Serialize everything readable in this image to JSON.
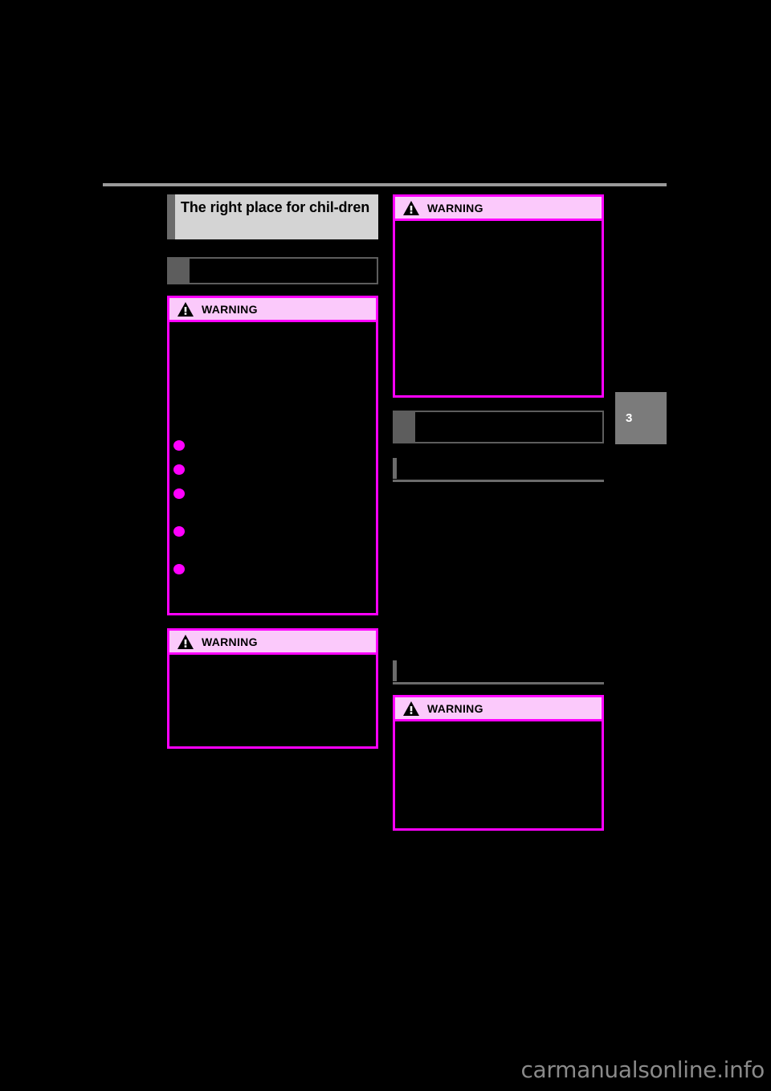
{
  "document": {
    "page_number": "3",
    "watermark": "carmanualsonline.info"
  },
  "left_column": {
    "chapter_title": "The right place for chil-dren",
    "section_header": {
      "label": ""
    },
    "warning_boxes": [
      {
        "label": "WARNING",
        "icon": "warning-triangle-icon",
        "body_text": "",
        "bullet_count": 5
      },
      {
        "label": "WARNING",
        "icon": "warning-triangle-icon",
        "body_text": "",
        "bullet_count": 0
      }
    ]
  },
  "right_column": {
    "warning_boxes": [
      {
        "label": "WARNING",
        "icon": "warning-triangle-icon",
        "body_text": "",
        "bullet_count": 0
      },
      {
        "label": "WARNING",
        "icon": "warning-triangle-icon",
        "body_text": "",
        "bullet_count": 0
      }
    ],
    "section_header": {
      "label": ""
    },
    "subsection_headers": [
      {
        "label": ""
      },
      {
        "label": ""
      }
    ]
  },
  "colors": {
    "warning_border": "#FF00FF",
    "warning_header_bg": "#FBC9FB",
    "bullet": "#FF00FF",
    "title_bg": "#D4D4D4",
    "title_bar": "#6B6B6B",
    "rule": "#9A9A9A",
    "page_tab_bg": "#7B7B7B",
    "background": "#000000"
  }
}
